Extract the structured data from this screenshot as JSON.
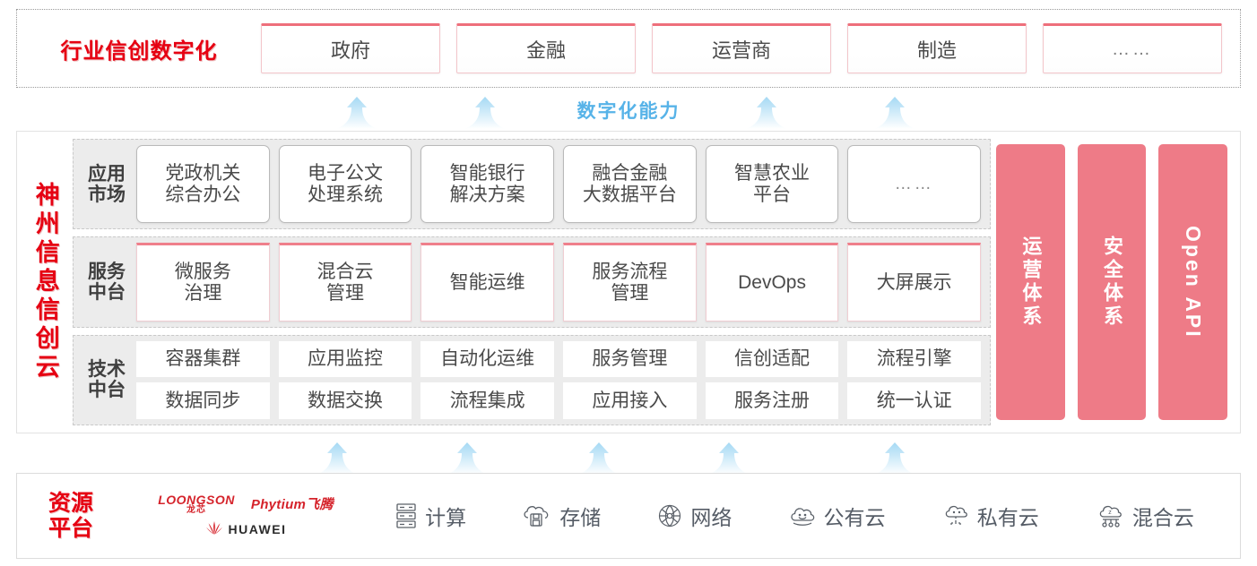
{
  "industry": {
    "title": "行业信创数字化",
    "cards": [
      "政府",
      "金融",
      "运营商",
      "制造",
      "……"
    ]
  },
  "capability_label": "数字化能力",
  "cloud": {
    "title": "神州信息信创云",
    "tiers": [
      {
        "label": "应用\n市场",
        "label_line1": "应用",
        "label_line2": "市场",
        "style": "app",
        "cards": [
          "党政机关\n综合办公",
          "电子公文\n处理系统",
          "智能银行\n解决方案",
          "融合金融\n大数据平台",
          "智慧农业\n平台",
          "……"
        ]
      },
      {
        "label_line1": "服务",
        "label_line2": "中台",
        "style": "svc",
        "cards": [
          "微服务\n治理",
          "混合云\n管理",
          "智能运维",
          "服务流程\n管理",
          "DevOps",
          "大屏展示"
        ]
      },
      {
        "label_line1": "技术",
        "label_line2": "中台",
        "style": "tech",
        "row1": [
          "容器集群",
          "应用监控",
          "自动化运维",
          "服务管理",
          "信创适配",
          "流程引擎"
        ],
        "row2": [
          "数据同步",
          "数据交换",
          "流程集成",
          "应用接入",
          "服务注册",
          "统一认证"
        ]
      }
    ],
    "pillars": [
      {
        "text": "运营体系",
        "kind": "cn"
      },
      {
        "text": "安全体系",
        "kind": "cn"
      },
      {
        "text": "Open API",
        "kind": "en"
      }
    ]
  },
  "resource": {
    "title_line1": "资源",
    "title_line2": "平台",
    "vendors": [
      {
        "name": "LOONGSON",
        "cn": "龙芯"
      },
      {
        "name": "Phytium飞腾"
      },
      {
        "name": "HUAWEI"
      }
    ],
    "items": [
      {
        "label": "计算",
        "icon": "server-rack-icon"
      },
      {
        "label": "存储",
        "icon": "cloud-storage-icon"
      },
      {
        "label": "网络",
        "icon": "network-globe-icon"
      },
      {
        "label": "公有云",
        "icon": "public-cloud-icon"
      },
      {
        "label": "私有云",
        "icon": "private-cloud-icon"
      },
      {
        "label": "混合云",
        "icon": "hybrid-cloud-icon"
      }
    ]
  },
  "colors": {
    "brand_red": "#e60012",
    "pink": "#ee7b87",
    "pink_border": "#ef7f8b",
    "arrow_blue": "#9ed6f2",
    "capability_blue": "#57b3e8",
    "panel_gray": "#ececec"
  }
}
